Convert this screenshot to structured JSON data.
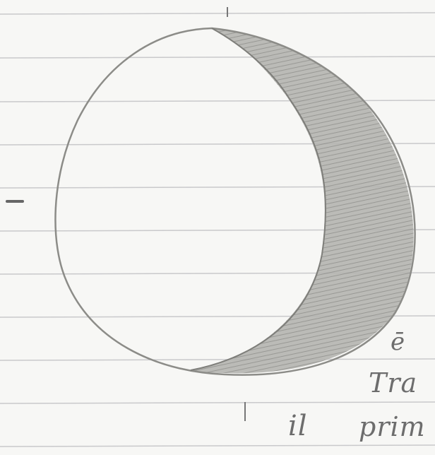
{
  "sketch": {
    "subject": "moon-phase-drawing",
    "notes": {
      "letter_e": "ē",
      "word_tra": "Tra",
      "word_il": "il",
      "word_prim": "prim"
    }
  }
}
